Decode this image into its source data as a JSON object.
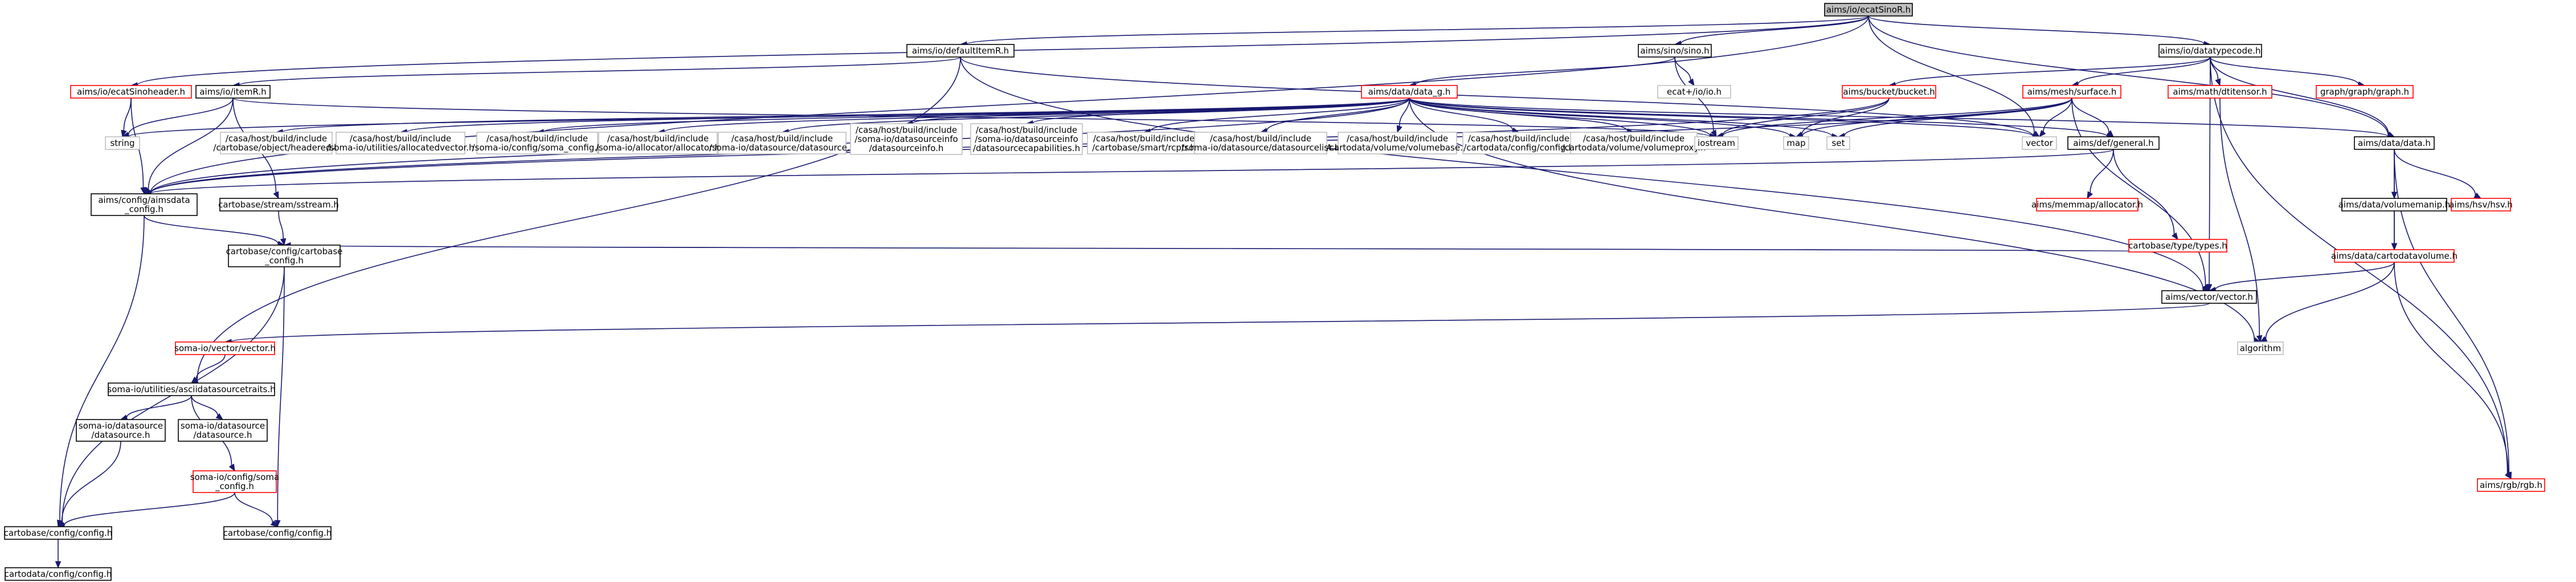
{
  "nodes": [
    {
      "id": "ecatsino",
      "type": "root",
      "label": [
        "aims/io/ecatSinoR.h"
      ]
    },
    {
      "id": "defaultitemr",
      "type": "normal",
      "label": [
        "aims/io/defaultItemR.h"
      ]
    },
    {
      "id": "sino",
      "type": "normal",
      "label": [
        "aims/sino/sino.h"
      ]
    },
    {
      "id": "datatypecode",
      "type": "normal",
      "label": [
        "aims/io/datatypecode.h"
      ]
    },
    {
      "id": "ecatsinoheader",
      "type": "red",
      "label": [
        "aims/io/ecatSinoheader.h"
      ]
    },
    {
      "id": "itemr",
      "type": "normal",
      "label": [
        "aims/io/itemR.h"
      ]
    },
    {
      "id": "ecatsinoio",
      "type": "gray",
      "label": [
        "ecat+/io/io.h"
      ]
    },
    {
      "id": "data_g",
      "type": "red",
      "label": [
        "aims/data/data_g.h"
      ]
    },
    {
      "id": "bucket",
      "type": "red",
      "label": [
        "aims/bucket/bucket.h"
      ]
    },
    {
      "id": "surface",
      "type": "red",
      "label": [
        "aims/mesh/surface.h"
      ]
    },
    {
      "id": "dtitensor",
      "type": "red",
      "label": [
        "aims/math/dtitensor.h"
      ]
    },
    {
      "id": "graph",
      "type": "red",
      "label": [
        "graph/graph/graph.h"
      ]
    },
    {
      "id": "rgb",
      "type": "red",
      "label": [
        "aims/rgb/rgb.h"
      ]
    },
    {
      "id": "string",
      "type": "gray",
      "label": [
        "string"
      ]
    },
    {
      "id": "cb_headered",
      "type": "gray",
      "label": [
        "/casa/host/build/include",
        "/cartobase/object/headered.h"
      ]
    },
    {
      "id": "soma_allocvec",
      "type": "gray",
      "label": [
        "/casa/host/build/include",
        "/soma-io/utilities/allocatedvector.h"
      ]
    },
    {
      "id": "soma_config",
      "type": "gray",
      "label": [
        "/casa/host/build/include",
        "/soma-io/config/soma_config.h"
      ]
    },
    {
      "id": "soma_alloc",
      "type": "gray",
      "label": [
        "/casa/host/build/include",
        "/soma-io/allocator/allocator.h"
      ]
    },
    {
      "id": "soma_ds",
      "type": "gray",
      "label": [
        "/casa/host/build/include",
        "/soma-io/datasource/datasource.h"
      ]
    },
    {
      "id": "soma_dsinfo",
      "type": "gray",
      "label": [
        "/casa/host/build/include",
        "/soma-io/datasourceinfo",
        "/datasourceinfo.h"
      ]
    },
    {
      "id": "soma_dscap",
      "type": "gray",
      "label": [
        "/casa/host/build/include",
        "/soma-io/datasourceinfo",
        "/datasourcecapabilities.h"
      ]
    },
    {
      "id": "cb_rcptr",
      "type": "gray",
      "label": [
        "/casa/host/build/include",
        "/cartobase/smart/rcptr.h"
      ]
    },
    {
      "id": "soma_dslist",
      "type": "gray",
      "label": [
        "/casa/host/build/include",
        "/soma-io/datasource/datasourcelist.h"
      ]
    },
    {
      "id": "cd_volbase",
      "type": "gray",
      "label": [
        "/casa/host/build/include",
        "/cartodata/volume/volumebase.h"
      ]
    },
    {
      "id": "cd_config",
      "type": "gray",
      "label": [
        "/casa/host/build/include",
        "/cartodata/config/config.h"
      ]
    },
    {
      "id": "cd_volproxy",
      "type": "gray",
      "label": [
        "/casa/host/build/include",
        "/cartodata/volume/volumeproxy.h"
      ]
    },
    {
      "id": "iostream",
      "type": "gray",
      "label": [
        "iostream"
      ]
    },
    {
      "id": "map",
      "type": "gray",
      "label": [
        "map"
      ]
    },
    {
      "id": "set",
      "type": "gray",
      "label": [
        "set"
      ]
    },
    {
      "id": "vector",
      "type": "gray",
      "label": [
        "vector"
      ]
    },
    {
      "id": "data",
      "type": "normal",
      "label": [
        "aims/data/data.h"
      ]
    },
    {
      "id": "general",
      "type": "normal",
      "label": [
        "aims/def/general.h"
      ]
    },
    {
      "id": "aimsdata_config",
      "type": "normal",
      "label": [
        "aims/config/aimsdata",
        "_config.h"
      ]
    },
    {
      "id": "cb_sstream",
      "type": "normal",
      "label": [
        "cartobase/stream/sstream.h"
      ]
    },
    {
      "id": "memmap",
      "type": "red",
      "label": [
        "aims/memmap/allocator.h"
      ]
    },
    {
      "id": "types",
      "type": "red",
      "label": [
        "cartobase/type/types.h"
      ]
    },
    {
      "id": "volumemanip",
      "type": "normal",
      "label": [
        "aims/data/volumemanip.h"
      ]
    },
    {
      "id": "hsv",
      "type": "red",
      "label": [
        "aims/hsv/hsv.h"
      ]
    },
    {
      "id": "cb_config",
      "type": "normal",
      "label": [
        "cartobase/config/cartobase",
        "_config.h"
      ]
    },
    {
      "id": "cartodatavolume",
      "type": "red",
      "label": [
        "aims/data/cartodatavolume.h"
      ]
    },
    {
      "id": "vectorh",
      "type": "normal",
      "label": [
        "aims/vector/vector.h"
      ]
    },
    {
      "id": "algorithm",
      "type": "gray",
      "label": [
        "algorithm"
      ]
    },
    {
      "id": "soma_vector",
      "type": "red",
      "label": [
        "soma-io/vector/vector.h"
      ]
    },
    {
      "id": "asciids",
      "type": "normal",
      "label": [
        "soma-io/utilities/asciidatasourcetraits.h"
      ]
    },
    {
      "id": "soma_ds2",
      "type": "normal",
      "label": [
        "soma-io/datasource",
        "/datasource.h"
      ]
    },
    {
      "id": "soma_ds3",
      "type": "normal",
      "label": [
        "soma-io/datasource",
        "/datasource.h"
      ]
    },
    {
      "id": "soma_config2",
      "type": "red",
      "label": [
        "soma-io/config/soma",
        "_config.h"
      ]
    },
    {
      "id": "cb_configconfig",
      "type": "normal",
      "label": [
        "cartobase/config/config.h"
      ]
    },
    {
      "id": "cb_configconfig2",
      "type": "normal",
      "label": [
        "cartobase/config/config.h"
      ]
    },
    {
      "id": "cd_configconfig",
      "type": "normal",
      "label": [
        "cartodata/config/config.h"
      ]
    }
  ],
  "edges": [
    [
      "ecatsino",
      "defaultitemr"
    ],
    [
      "ecatsino",
      "sino"
    ],
    [
      "ecatsino",
      "datatypecode"
    ],
    [
      "ecatsino",
      "ecatsinoheader"
    ],
    [
      "ecatsino",
      "vector"
    ],
    [
      "ecatsino",
      "data"
    ],
    [
      "ecatsino",
      "aimsdata_config"
    ],
    [
      "defaultitemr",
      "itemr"
    ],
    [
      "defaultitemr",
      "asciids"
    ],
    [
      "defaultitemr",
      "vectorh"
    ],
    [
      "defaultitemr",
      "vector"
    ],
    [
      "sino",
      "data_g"
    ],
    [
      "sino",
      "ecatsinoio"
    ],
    [
      "sino",
      "iostream"
    ],
    [
      "datatypecode",
      "bucket"
    ],
    [
      "datatypecode",
      "surface"
    ],
    [
      "datatypecode",
      "dtitensor"
    ],
    [
      "datatypecode",
      "graph"
    ],
    [
      "datatypecode",
      "rgb"
    ],
    [
      "datatypecode",
      "data"
    ],
    [
      "datatypecode",
      "vectorh"
    ],
    [
      "ecatsinoheader",
      "string"
    ],
    [
      "ecatsinoheader",
      "aimsdata_config"
    ],
    [
      "itemr",
      "string"
    ],
    [
      "itemr",
      "aimsdata_config"
    ],
    [
      "itemr",
      "cb_sstream"
    ],
    [
      "itemr",
      "iostream"
    ],
    [
      "data_g",
      "string"
    ],
    [
      "data_g",
      "cb_headered"
    ],
    [
      "data_g",
      "soma_allocvec"
    ],
    [
      "data_g",
      "soma_config"
    ],
    [
      "data_g",
      "soma_alloc"
    ],
    [
      "data_g",
      "soma_ds"
    ],
    [
      "data_g",
      "soma_dsinfo"
    ],
    [
      "data_g",
      "soma_dscap"
    ],
    [
      "data_g",
      "cb_rcptr"
    ],
    [
      "data_g",
      "soma_dslist"
    ],
    [
      "data_g",
      "cd_volbase"
    ],
    [
      "data_g",
      "cd_config"
    ],
    [
      "data_g",
      "cd_volproxy"
    ],
    [
      "data_g",
      "iostream"
    ],
    [
      "data_g",
      "map"
    ],
    [
      "data_g",
      "set"
    ],
    [
      "data_g",
      "vector"
    ],
    [
      "data_g",
      "algorithm"
    ],
    [
      "data_g",
      "data"
    ],
    [
      "data_g",
      "general"
    ],
    [
      "data_g",
      "aimsdata_config"
    ],
    [
      "bucket",
      "iostream"
    ],
    [
      "bucket",
      "map"
    ],
    [
      "bucket",
      "aimsdata_config"
    ],
    [
      "surface",
      "iostream"
    ],
    [
      "surface",
      "map"
    ],
    [
      "surface",
      "set"
    ],
    [
      "surface",
      "vector"
    ],
    [
      "surface",
      "general"
    ],
    [
      "surface",
      "vectorh"
    ],
    [
      "surface",
      "aimsdata_config"
    ],
    [
      "dtitensor",
      "algorithm"
    ],
    [
      "data",
      "volumemanip"
    ],
    [
      "data",
      "hsv"
    ],
    [
      "data",
      "cartodatavolume"
    ],
    [
      "data",
      "rgb"
    ],
    [
      "general",
      "memmap"
    ],
    [
      "general",
      "types"
    ],
    [
      "general",
      "aimsdata_config"
    ],
    [
      "aimsdata_config",
      "cb_config"
    ],
    [
      "aimsdata_config",
      "cb_configconfig2"
    ],
    [
      "cb_sstream",
      "cb_config"
    ],
    [
      "types",
      "cb_config"
    ],
    [
      "volumemanip",
      "cartodatavolume"
    ],
    [
      "cartodatavolume",
      "vectorh"
    ],
    [
      "cartodatavolume",
      "algorithm"
    ],
    [
      "cartodatavolume",
      "rgb"
    ],
    [
      "cb_config",
      "cb_configconfig2"
    ],
    [
      "cb_config",
      "cb_configconfig"
    ],
    [
      "vectorh",
      "soma_vector"
    ],
    [
      "soma_vector",
      "asciids"
    ],
    [
      "asciids",
      "soma_ds2"
    ],
    [
      "asciids",
      "soma_ds3"
    ],
    [
      "asciids",
      "soma_config2"
    ],
    [
      "soma_ds2",
      "cb_configconfig2"
    ],
    [
      "soma_config2",
      "cb_configconfig2"
    ],
    [
      "soma_config2",
      "cb_configconfig"
    ],
    [
      "cb_configconfig2",
      "cd_configconfig"
    ]
  ]
}
